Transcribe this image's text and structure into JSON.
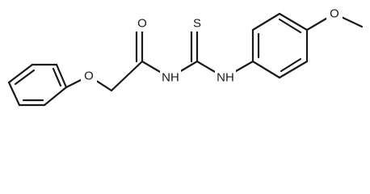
{
  "molecule": {
    "atoms": {
      "carbonyl_oxygen": "O",
      "ether_oxygen": "O",
      "amide_nitrogen_h": "NH",
      "thio_sulfur": "S",
      "amine_nitrogen_h": "NH",
      "methoxy_oxygen": "O"
    }
  }
}
